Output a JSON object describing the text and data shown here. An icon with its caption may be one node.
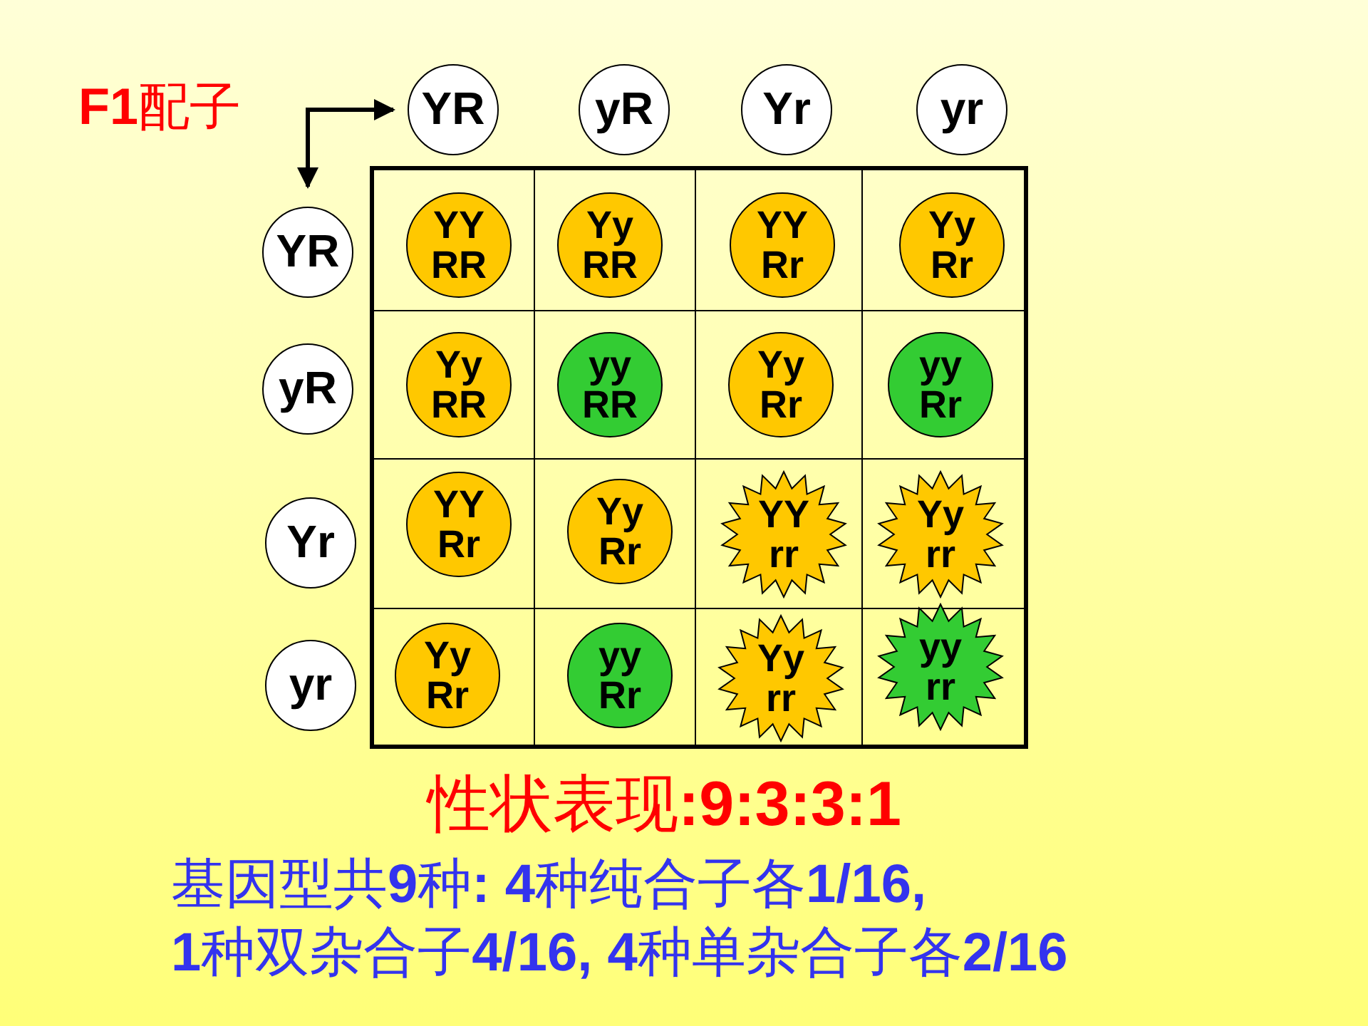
{
  "diagram": {
    "nodes": [
      {
        "text": [
          "**F1**配子"
        ]
      },
      {
        "text": [
          "YR"
        ]
      },
      {
        "text": [
          "yR"
        ]
      },
      {
        "text": [
          "Yr"
        ]
      },
      {
        "text": [
          "yr"
        ]
      },
      {
        "text": [
          "YR"
        ]
      },
      {
        "text": [
          "yR"
        ]
      },
      {
        "text": [
          "Yr"
        ]
      },
      {
        "text": [
          "yr"
        ]
      },
      {
        "text": [
          "YY RR"
        ]
      },
      {
        "text": [
          "Yy RR"
        ]
      },
      {
        "text": [
          "YY Rr"
        ]
      },
      {
        "text": [
          "Yy Rr"
        ]
      },
      {
        "text": [
          "Yy RR"
        ]
      },
      {
        "text": [
          "yy RR"
        ]
      },
      {
        "text": [
          "Yy Rr"
        ]
      },
      {
        "text": [
          "yy Rr"
        ]
      },
      {
        "text": [
          "YY Rr"
        ]
      },
      {
        "text": [
          "Yy Rr"
        ]
      },
      {
        "text": [
          "YY rr"
        ]
      },
      {
        "text": [
          "Yy rr"
        ]
      },
      {
        "text": [
          "Yy Rr"
        ]
      },
      {
        "text": [
          "yy Rr"
        ]
      },
      {
        "text": [
          "Yy rr"
        ]
      },
      {
        "text": [
          "yy rr"
        ]
      }
    ],
    "edges": [
      {
        "from": 5,
        "to": 1,
        "arrow": "both"
      }
    ],
    "labels": [
      "性状表现**:9:3:3:1**",
      "基因型共**9**种**: 4**种纯合子各**1/16,** **1**种双杂合子**4/16, 4**种单杂合子各**2/16**"
    ]
  }
}
